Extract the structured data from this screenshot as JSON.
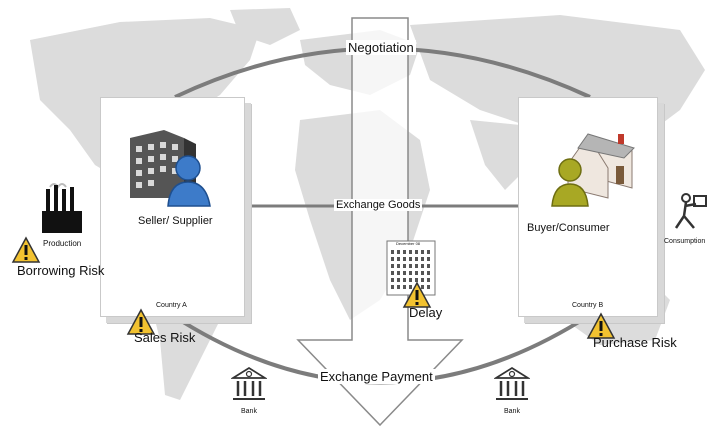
{
  "title": "",
  "flows": {
    "negotiation": "Negotiation",
    "exchange_goods": "Exchange Goods",
    "exchange_payment": "Exchange Payment"
  },
  "parties": {
    "seller": {
      "label": "Seller/ Supplier",
      "country": "Country A"
    },
    "buyer": {
      "label": "Buyer/Consumer",
      "country": "Country B"
    }
  },
  "activities": {
    "production": "Production",
    "consumption": "Consumption",
    "bank_left": "Bank",
    "bank_right": "Bank"
  },
  "risks": {
    "borrowing": "Borrowing Risk",
    "sales": "Sales Risk",
    "delay": "Delay",
    "purchase": "Purchase Risk"
  },
  "calendar": {
    "header": "December 08"
  },
  "colors": {
    "arrow_outline": "#8a8a8a",
    "flow_line": "#7c7c7c",
    "warning_fill": "#f2c230",
    "person_blue": "#3d7bc9",
    "person_olive": "#a8a824",
    "map_land": "#dcdcdc"
  }
}
